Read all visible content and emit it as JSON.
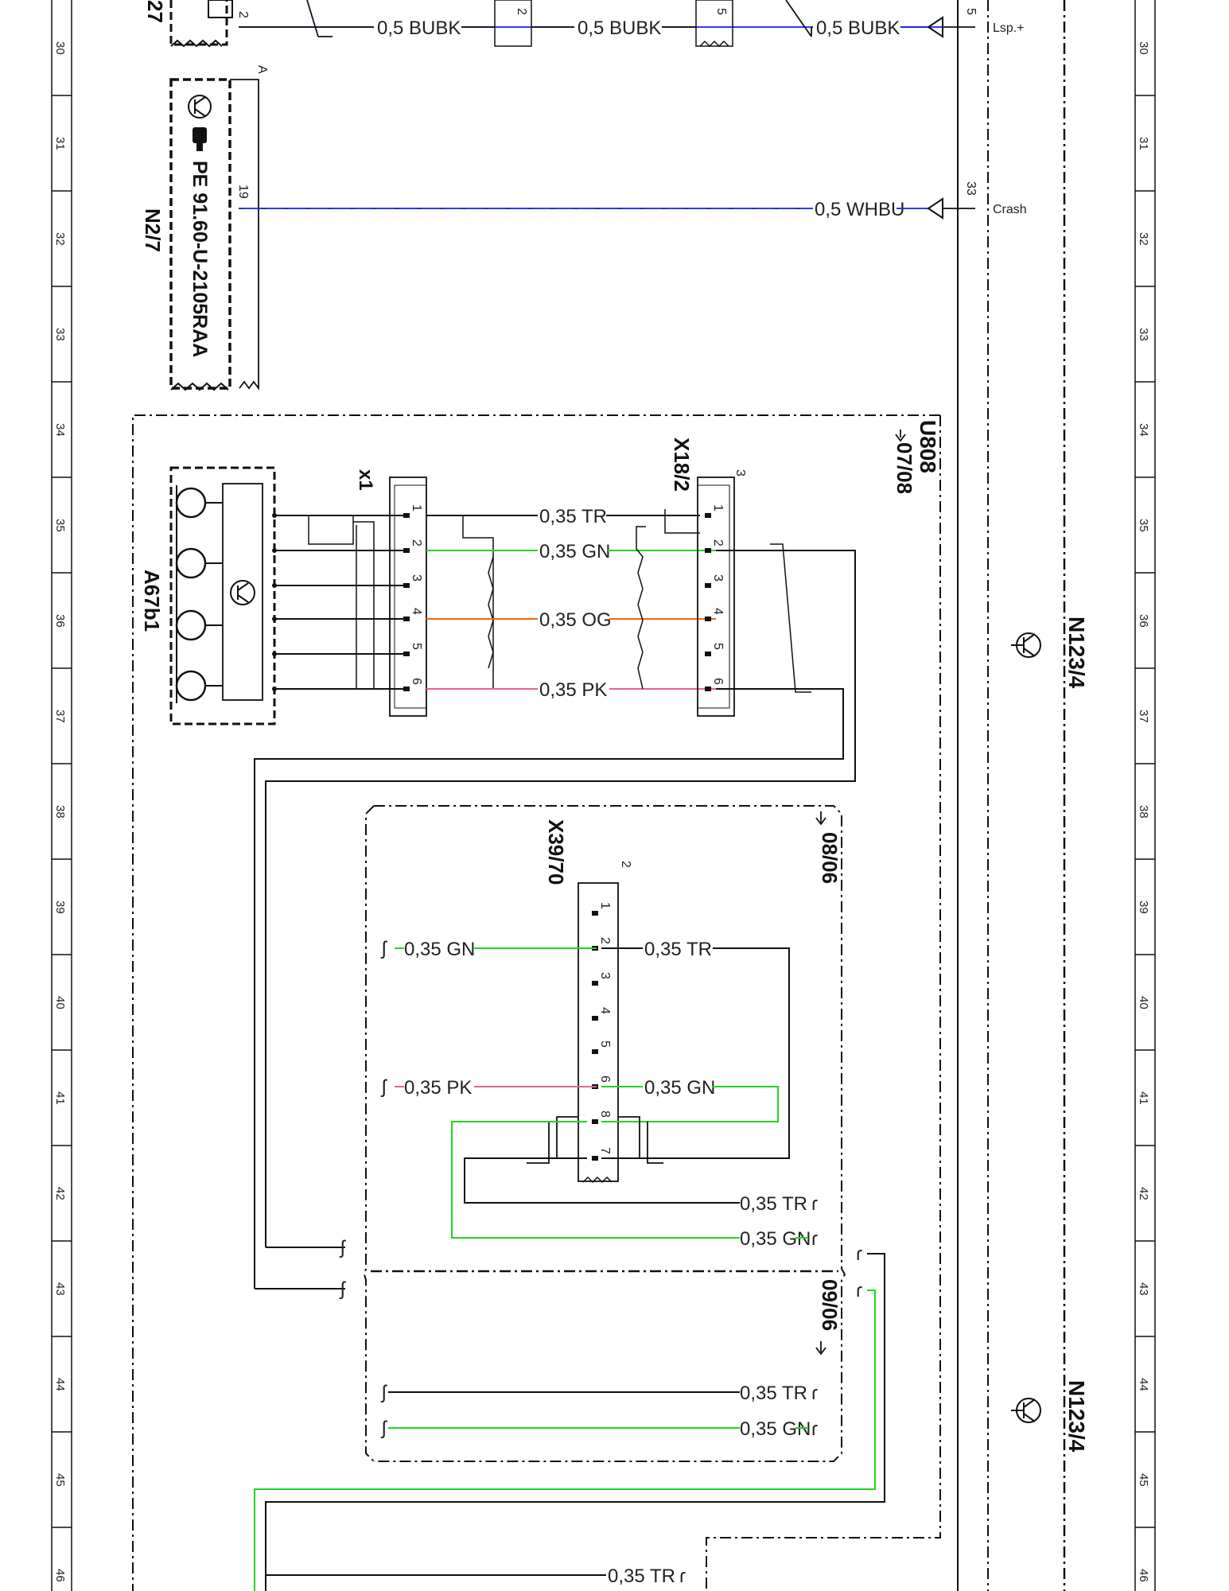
{
  "rows": [
    "30",
    "31",
    "32",
    "33",
    "34",
    "35",
    "36",
    "37",
    "38",
    "39",
    "40",
    "41",
    "42",
    "43",
    "44",
    "45",
    "46"
  ],
  "colors": {
    "BUBK": "#1a1aff",
    "WHBU": "#1a1aff",
    "GN": "#1fd61f",
    "OG": "#e86a10",
    "PK": "#e8609a",
    "TR": "#111111",
    "frame": "#111111"
  },
  "top_labels": {
    "partial_ref": "27",
    "partial_pin": "2",
    "mid1_pin": "2",
    "mid2_pin": "5",
    "right_pin": "5",
    "wire_top": [
      "0,5 BUBK",
      "0,5 BUBK",
      "0,5 BUBK"
    ],
    "lsp": "Lsp.+"
  },
  "n27": {
    "label": "N2/7",
    "part_no": "PE 91.60-U-2105RAA",
    "pin": "19",
    "letter": "A",
    "wire": "0,5 WHBU",
    "right_pin": "33",
    "crash": "Crash"
  },
  "u808": {
    "label": "U808",
    "range": "07/08"
  },
  "a67b1": {
    "label": "A67b1"
  },
  "x1": {
    "label": "x1",
    "pins": [
      "1",
      "2",
      "3",
      "4",
      "5",
      "6"
    ]
  },
  "x18_2": {
    "label": "X18/2",
    "number": "3",
    "pins": [
      "1",
      "2",
      "3",
      "4",
      "5",
      "6"
    ]
  },
  "wires_35": [
    "0,35 TR",
    "0,35 GN",
    "0,35 OG",
    "0,35 PK"
  ],
  "box_0806": {
    "range": "08/06"
  },
  "box_0906": {
    "range": "09/06"
  },
  "x39_70": {
    "label": "X39/70",
    "number": "2",
    "pins": [
      "1",
      "2",
      "3",
      "4",
      "5",
      "6",
      "8",
      "7"
    ],
    "left_wires": [
      "0,35 GN",
      "0,35 PK"
    ],
    "right_wires": [
      "0,35 TR",
      "0,35 GN"
    ]
  },
  "lower_wires": {
    "w1": "0,35 TR",
    "w2": "0,35 GN",
    "w3": "0,35 TR",
    "w4": "0,35 GN",
    "w5": "0,35 TR"
  },
  "n123": {
    "label1": "N123/4",
    "label2": "N123/4"
  }
}
